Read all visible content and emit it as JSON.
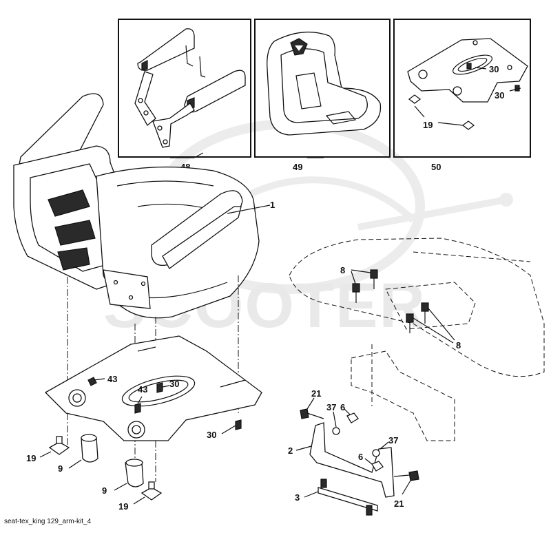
{
  "watermark": {
    "text": "SCOOTER"
  },
  "caption": "seat-tex_king 129_arm-kit_4",
  "callouts": {
    "c1": "1",
    "c2": "2",
    "c3": "3",
    "c6a": "6",
    "c6b": "6",
    "c8a": "8",
    "c8b": "8",
    "c9a": "9",
    "c9b": "9",
    "c19a": "19",
    "c19b": "19",
    "c19c": "19",
    "c21a": "21",
    "c21b": "21",
    "c30a": "30",
    "c30b": "30",
    "c30c": "30",
    "c30d": "30",
    "c37a": "37",
    "c37b": "37",
    "c43a": "43",
    "c43b": "43",
    "c48": "48",
    "c49": "49",
    "c50": "50"
  }
}
